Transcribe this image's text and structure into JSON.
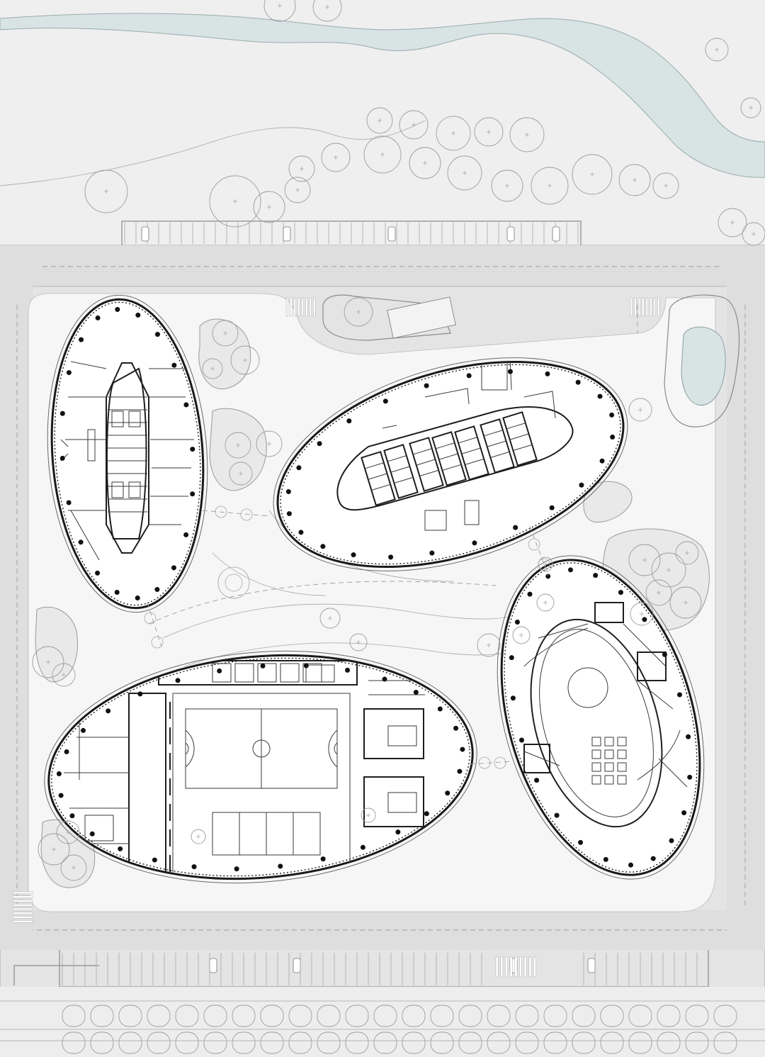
{
  "colors": {
    "background": "#efefef",
    "water": "#d8e3e4",
    "road": "#dfdfdf",
    "plaza": "#f6f6f6",
    "building_fill": "#ffffff",
    "building_outline": "#1a1a1a",
    "tree_stroke": "#9d9d9d"
  },
  "site": {
    "buildings": [
      {
        "id": "northwest-tower",
        "shape": "ellipse",
        "program": "office"
      },
      {
        "id": "north-tower",
        "shape": "ellipse",
        "program": "office-core"
      },
      {
        "id": "south-sports-hall",
        "shape": "ellipse",
        "program": "sports",
        "court": [
          "basketball-court",
          "volleyball-courts"
        ]
      },
      {
        "id": "east-hall",
        "shape": "ellipse",
        "program": "auditorium"
      }
    ],
    "features": [
      "river",
      "pond",
      "parking-rows",
      "pedestrian-crossings",
      "tree-canopy",
      "bridge-connectors"
    ]
  }
}
